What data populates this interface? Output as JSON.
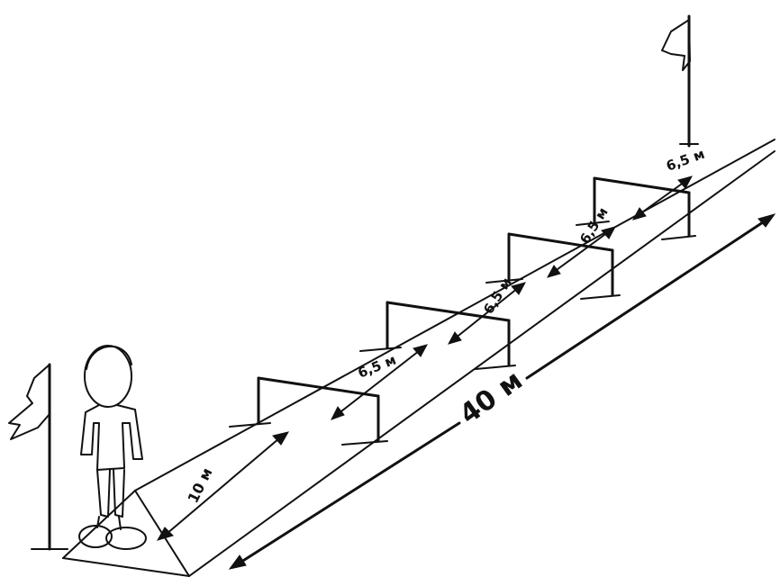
{
  "labels": {
    "total_distance": "40 м",
    "start_to_first_hurdle": "10 м",
    "spacing_1": "6,5 м",
    "spacing_2": "6,5 м",
    "spacing_3": "6,5 м",
    "spacing_4": "6,5 м"
  }
}
